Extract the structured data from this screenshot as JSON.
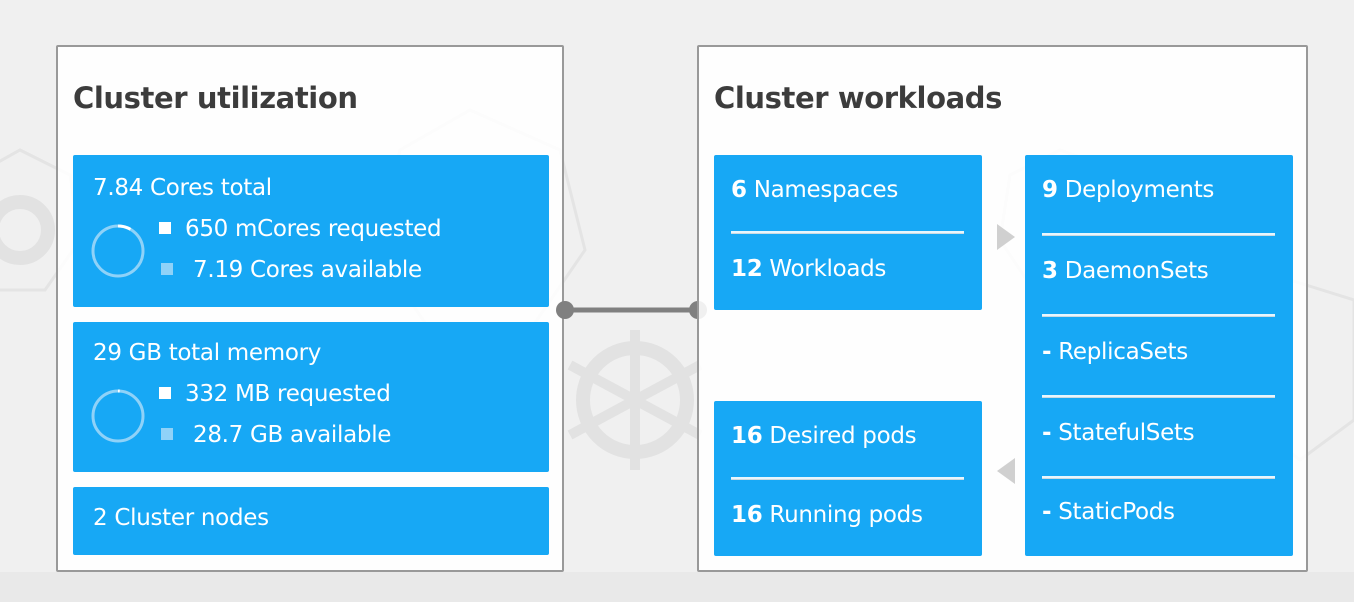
{
  "colors": {
    "tile_blue": "#17a8f5",
    "legend_light": "#8fd2f8",
    "panel_border": "#999999",
    "title_text": "#3c3c3c",
    "connector": "#808080"
  },
  "utilization": {
    "title": "Cluster utilization",
    "cpu": {
      "total_label": "7.84 Cores total",
      "requested_label": "650 mCores requested",
      "available_label": "7.19 Cores available",
      "requested_fraction": 0.083
    },
    "memory": {
      "total_label": "29 GB total memory",
      "requested_label": "332 MB requested",
      "available_label": "28.7 GB available",
      "requested_fraction": 0.011
    },
    "nodes_label": "2 Cluster nodes"
  },
  "workloads": {
    "title": "Cluster workloads",
    "namespaces": {
      "count": "6",
      "label": " Namespaces"
    },
    "workloads": {
      "count": "12",
      "label": " Workloads"
    },
    "deployments": {
      "count": "9",
      "label": " Deployments"
    },
    "daemonsets": {
      "count": "3",
      "label": " DaemonSets"
    },
    "replicasets": {
      "count": "-",
      "label": " ReplicaSets"
    },
    "statefulsets": {
      "count": "-",
      "label": " StatefulSets"
    },
    "staticpods": {
      "count": "-",
      "label": " StaticPods"
    },
    "desired_pods": {
      "count": "16",
      "label": " Desired pods"
    },
    "running_pods": {
      "count": "16",
      "label": " Running pods"
    }
  },
  "icons": {
    "background": "kubernetes-helm-icon",
    "arrow_right": "triangle-right-icon",
    "arrow_left": "triangle-left-icon",
    "connector": "connector-line-icon"
  }
}
